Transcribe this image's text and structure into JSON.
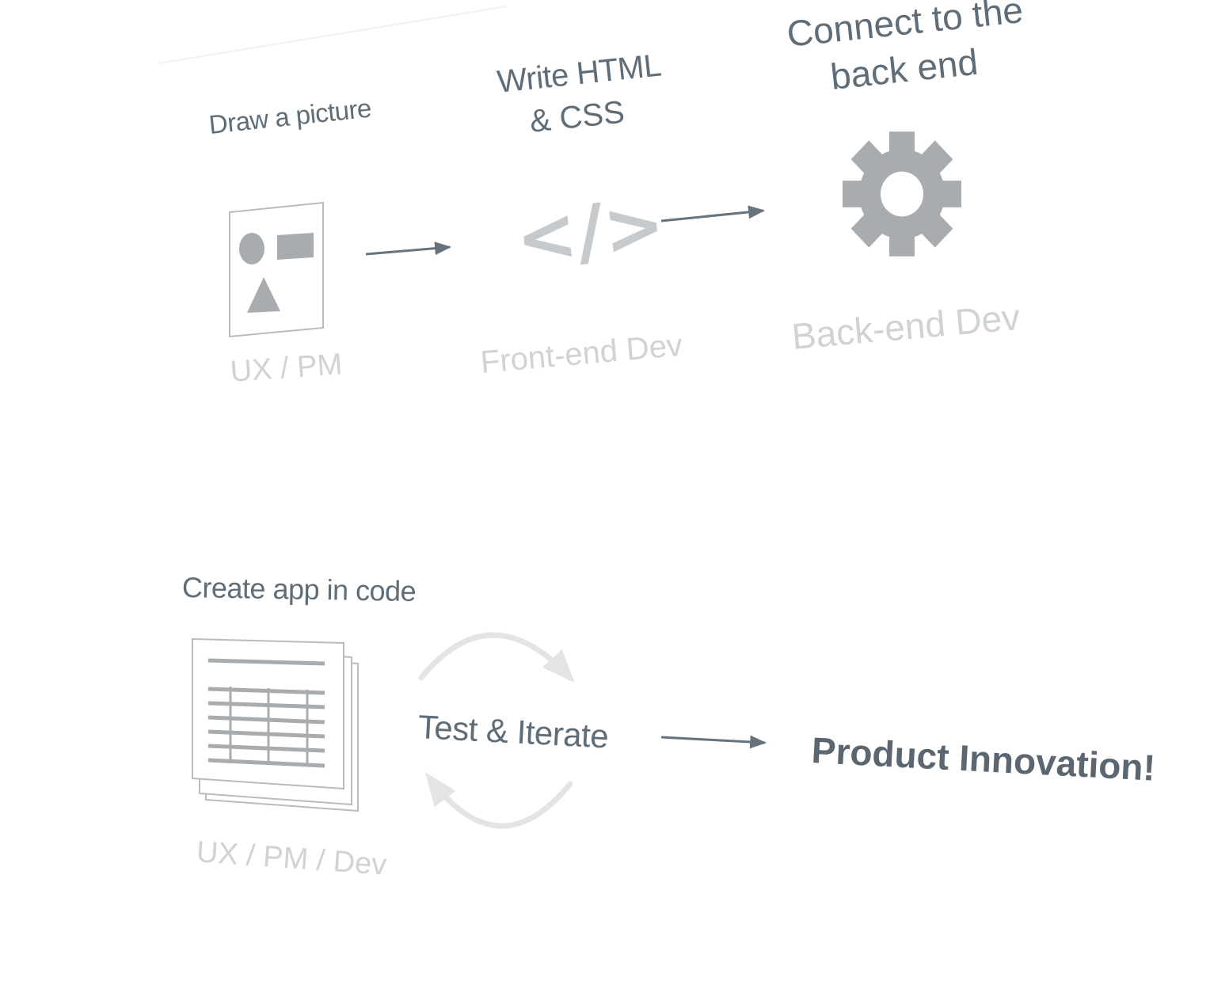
{
  "top_flow": {
    "step1": {
      "title": "Draw a picture",
      "role": "UX /  PM"
    },
    "step2": {
      "title_line1": "Write HTML",
      "title_line2": "& CSS",
      "code_symbol": "</>",
      "role": "Front-end Dev"
    },
    "step3": {
      "title_line1": "Connect to the",
      "title_line2": "back end",
      "role": "Back-end Dev"
    }
  },
  "bottom_flow": {
    "step1": {
      "title": "Create app in code",
      "role": "UX /  PM  / Dev"
    },
    "cycle_label": "Test & Iterate",
    "result": "Product Innovation!"
  },
  "icons": {
    "sketch": "shapes-page-icon",
    "code": "code-brackets-icon",
    "gear": "gear-icon",
    "table": "table-document-icon",
    "cycle": "cycle-arrows-icon",
    "arrow": "arrow-right-icon"
  },
  "colors": {
    "heading": "#5f6d78",
    "role": "#cfd3d6",
    "arrow": "#66737d",
    "icon_fill": "#a8acaf",
    "result": "#5b6670"
  }
}
